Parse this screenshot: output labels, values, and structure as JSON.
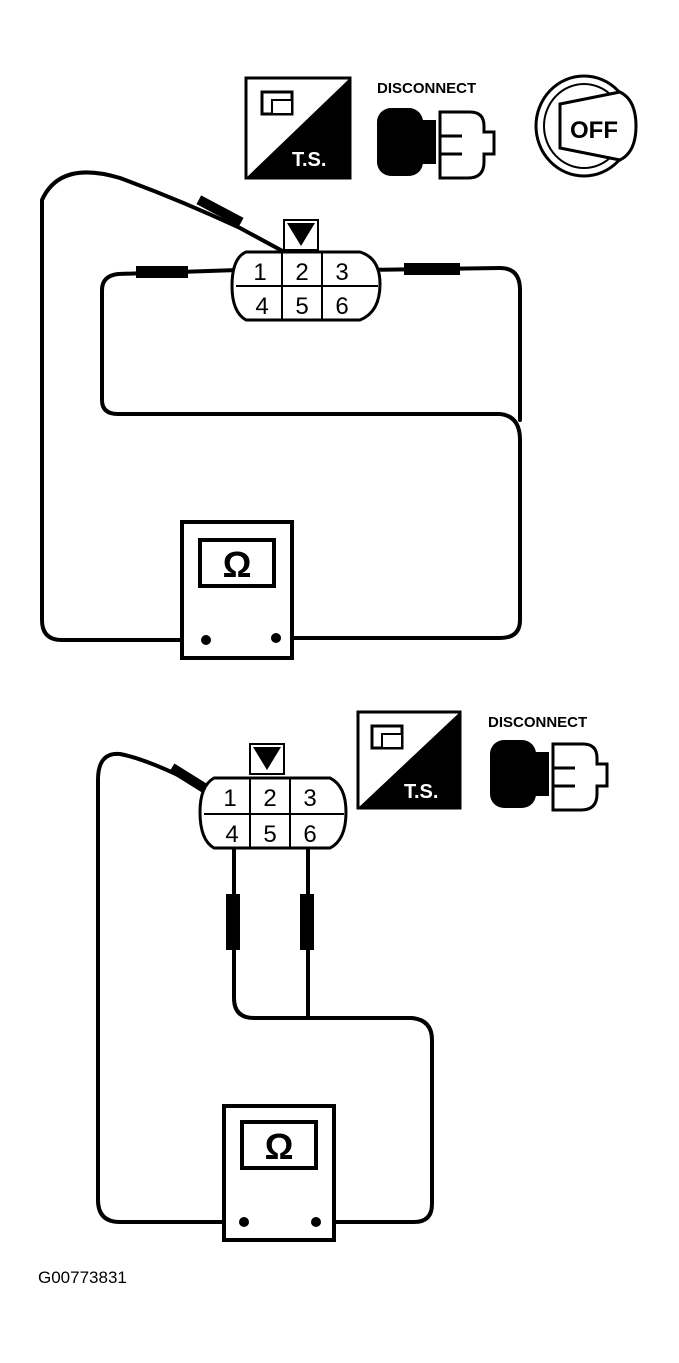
{
  "diagram_1": {
    "icons": {
      "ts_label": "T.S.",
      "disconnect_label": "DISCONNECT",
      "ignition_label": "OFF"
    },
    "connector_pins": [
      "1",
      "2",
      "3",
      "4",
      "5",
      "6"
    ],
    "meter_symbol": "Ω"
  },
  "diagram_2": {
    "icons": {
      "ts_label": "T.S.",
      "disconnect_label": "DISCONNECT"
    },
    "connector_pins": [
      "1",
      "2",
      "3",
      "4",
      "5",
      "6"
    ],
    "meter_symbol": "Ω"
  },
  "figure_id": "G00773831"
}
